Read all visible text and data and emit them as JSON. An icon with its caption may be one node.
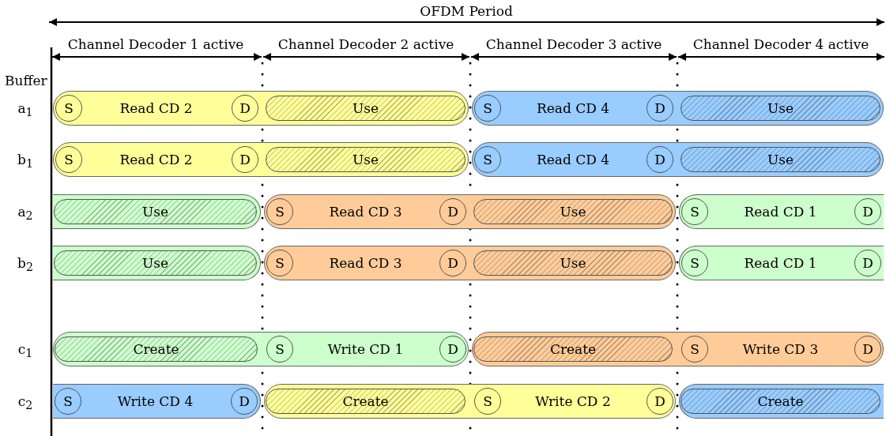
{
  "diagram": {
    "nodes": [
      {
        "text": [
          "Read CD 2"
        ]
      },
      {
        "text": [
          "S"
        ],
        "in": 0
      },
      {
        "text": [
          "D"
        ],
        "in": 0
      },
      {
        "text": [
          "Use"
        ],
        "in": 0
      },
      {
        "text": [
          "Read CD 4"
        ]
      },
      {
        "text": [
          "S"
        ],
        "in": 4
      },
      {
        "text": [
          "D"
        ],
        "in": 4
      },
      {
        "text": [
          "Use"
        ],
        "in": 4
      },
      {
        "text": [
          "Read CD 2"
        ]
      },
      {
        "text": [
          "S"
        ],
        "in": 8
      },
      {
        "text": [
          "D"
        ],
        "in": 8
      },
      {
        "text": [
          "Use"
        ],
        "in": 8
      },
      {
        "text": [
          "Read CD 4"
        ]
      },
      {
        "text": [
          "S"
        ],
        "in": 12
      },
      {
        "text": [
          "D"
        ],
        "in": 12
      },
      {
        "text": [
          "Use"
        ],
        "in": 12
      },
      {
        "text": [],
        "shape": "bar"
      },
      {
        "text": [
          "Use"
        ],
        "in": 16
      },
      {
        "text": [
          "Read CD 3"
        ]
      },
      {
        "text": [
          "S"
        ],
        "in": 18
      },
      {
        "text": [
          "D"
        ],
        "in": 18
      },
      {
        "text": [
          "Use"
        ],
        "in": 18
      },
      {
        "text": [
          "Read CD 1"
        ]
      },
      {
        "text": [
          "S"
        ],
        "in": 22
      },
      {
        "text": [
          "D"
        ],
        "in": 22
      },
      {
        "text": [],
        "shape": "bar"
      },
      {
        "text": [
          "Use"
        ],
        "in": 25
      },
      {
        "text": [
          "Read CD 3"
        ]
      },
      {
        "text": [
          "S"
        ],
        "in": 27
      },
      {
        "text": [
          "D"
        ],
        "in": 27
      },
      {
        "text": [
          "Use"
        ],
        "in": 27
      },
      {
        "text": [
          "Read CD 1"
        ]
      },
      {
        "text": [
          "S"
        ],
        "in": 31
      },
      {
        "text": [
          "D"
        ],
        "in": 31
      },
      {
        "text": [
          "Write CD 1"
        ]
      },
      {
        "text": [
          "Create"
        ],
        "in": 34
      },
      {
        "text": [
          "S"
        ],
        "in": 34
      },
      {
        "text": [
          "D"
        ],
        "in": 34
      },
      {
        "text": [
          "Write CD 3"
        ]
      },
      {
        "text": [
          "Create"
        ],
        "in": 38
      },
      {
        "text": [
          "S"
        ],
        "in": 38
      },
      {
        "text": [
          "D"
        ],
        "in": 38
      },
      {
        "text": [
          "Write CD 4"
        ]
      },
      {
        "text": [
          "S"
        ],
        "in": 42
      },
      {
        "text": [
          "D"
        ],
        "in": 42
      },
      {
        "text": [
          "Write CD 2"
        ]
      },
      {
        "text": [
          "Create"
        ],
        "in": 45
      },
      {
        "text": [
          "S"
        ],
        "in": 45
      },
      {
        "text": [
          "D"
        ],
        "in": 45
      },
      {
        "text": [],
        "shape": "bar"
      },
      {
        "text": [
          "Create"
        ],
        "in": 49
      }
    ],
    "labels": [
      "OFDM Period",
      "Channel Decoder 1 active",
      "Channel Decoder 2 active",
      "Channel Decoder 3 active",
      "Channel Decoder 4 active",
      "Buffer",
      "a$_{1}$",
      "b$_{1}$",
      "a$_{2}$",
      "b$_{2}$",
      "c$_{1}$",
      "c$_{2}$"
    ]
  }
}
